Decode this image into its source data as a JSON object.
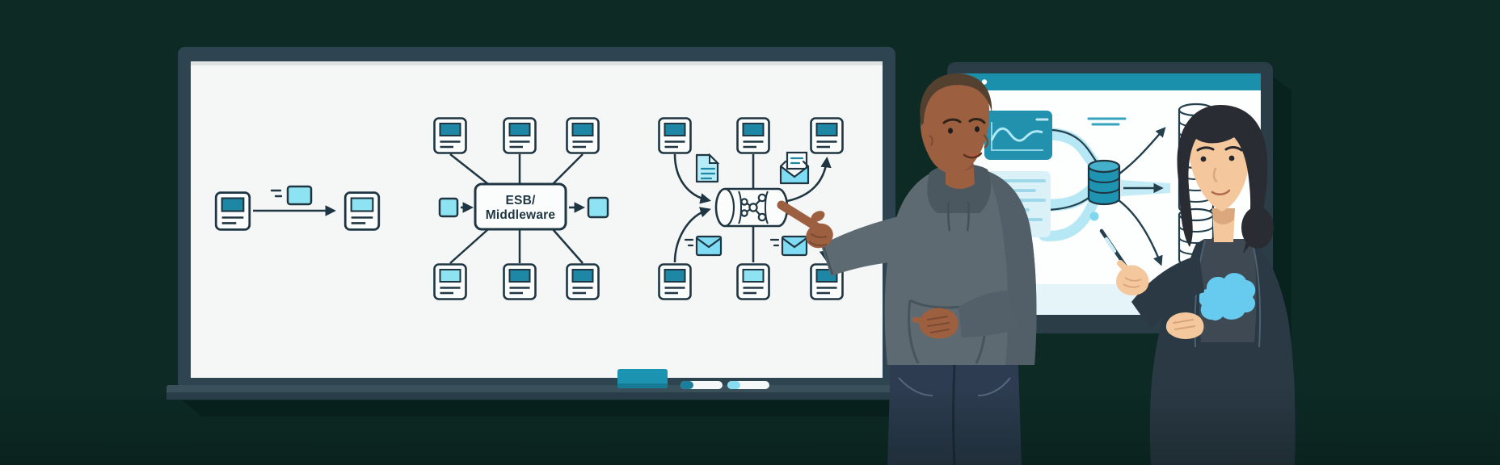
{
  "scene": {
    "type": "illustration",
    "subject": "Two presenters explaining integration architecture patterns on a whiteboard and a monitor"
  },
  "palette": {
    "background": "#0d2a25",
    "ink": "#1f3642",
    "teal": "#1e87a5",
    "light_cyan": "#8ee3f2",
    "board_frame": "#2e4450",
    "screen_bar_teal": "#1a90ad",
    "cloud_logo_blue": "#66cbee"
  },
  "whiteboard": {
    "esb": {
      "line1": "ESB/",
      "line2": "Middleware"
    },
    "diagrams": [
      {
        "name": "point-to-point",
        "nodes": [
          "app-node",
          "message-packet",
          "app-node"
        ],
        "connector": "arrow"
      },
      {
        "name": "hub-and-spoke",
        "hub_label": "ESB/Middleware",
        "top_nodes": 3,
        "bottom_nodes": 3,
        "input": "message-square",
        "output": "message-square"
      },
      {
        "name": "event-streaming",
        "broker": "event-log-cylinder",
        "top_nodes": 3,
        "bottom_nodes": 3,
        "message_icons": [
          "document-icon",
          "open-envelope-icon",
          "envelope-icon",
          "envelope-icon"
        ]
      }
    ],
    "tray_items": [
      "eraser",
      "marker",
      "marker"
    ]
  },
  "screen": {
    "window_dots": 3,
    "content": [
      "line-chart-card",
      "text-lines-card",
      "flow-pipes",
      "database-cylinder",
      "db-stack",
      "db-stack",
      "db-stack"
    ]
  },
  "people": {
    "man": {
      "pose": "pointing at event-streaming cylinder",
      "clothing": "grey hoodie and jeans"
    },
    "woman": {
      "pose": "pointing stylus at screen dataflow",
      "clothing": "dark blazer",
      "shirt_logo": "cloud"
    }
  }
}
